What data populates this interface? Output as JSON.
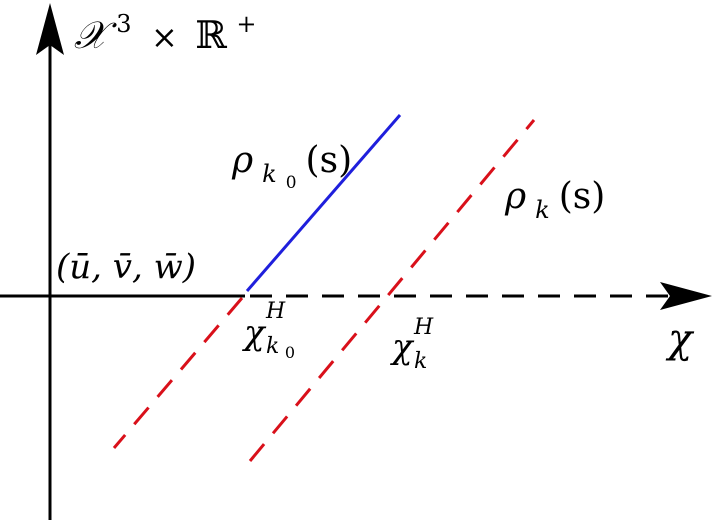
{
  "labels": {
    "y_axis_space": "𝒳",
    "y_axis_exponent": "3",
    "y_axis_times": "×",
    "y_axis_reals": "ℝ",
    "y_axis_plus": "+",
    "x_axis_label": "χ",
    "point_label": "(ū, v̄, w̄)",
    "rho_k0_name": "ρ",
    "rho_k0_subscript": "k",
    "rho_k0_subsub": "0",
    "rho_k0_arg": "(s)",
    "rho_k_name": "ρ",
    "rho_k_subscript": "k",
    "rho_k_arg": "(s)",
    "chi_k0_name": "χ",
    "chi_k0_superscript": "H",
    "chi_k0_subscript": "k",
    "chi_k0_subsub": "0",
    "chi_k_name": "χ",
    "chi_k_superscript": "H",
    "chi_k_subscript": "k"
  },
  "colors": {
    "axes": "#000000",
    "branch_k0": "#1f1fdc",
    "branch_k": "#d9101a"
  }
}
